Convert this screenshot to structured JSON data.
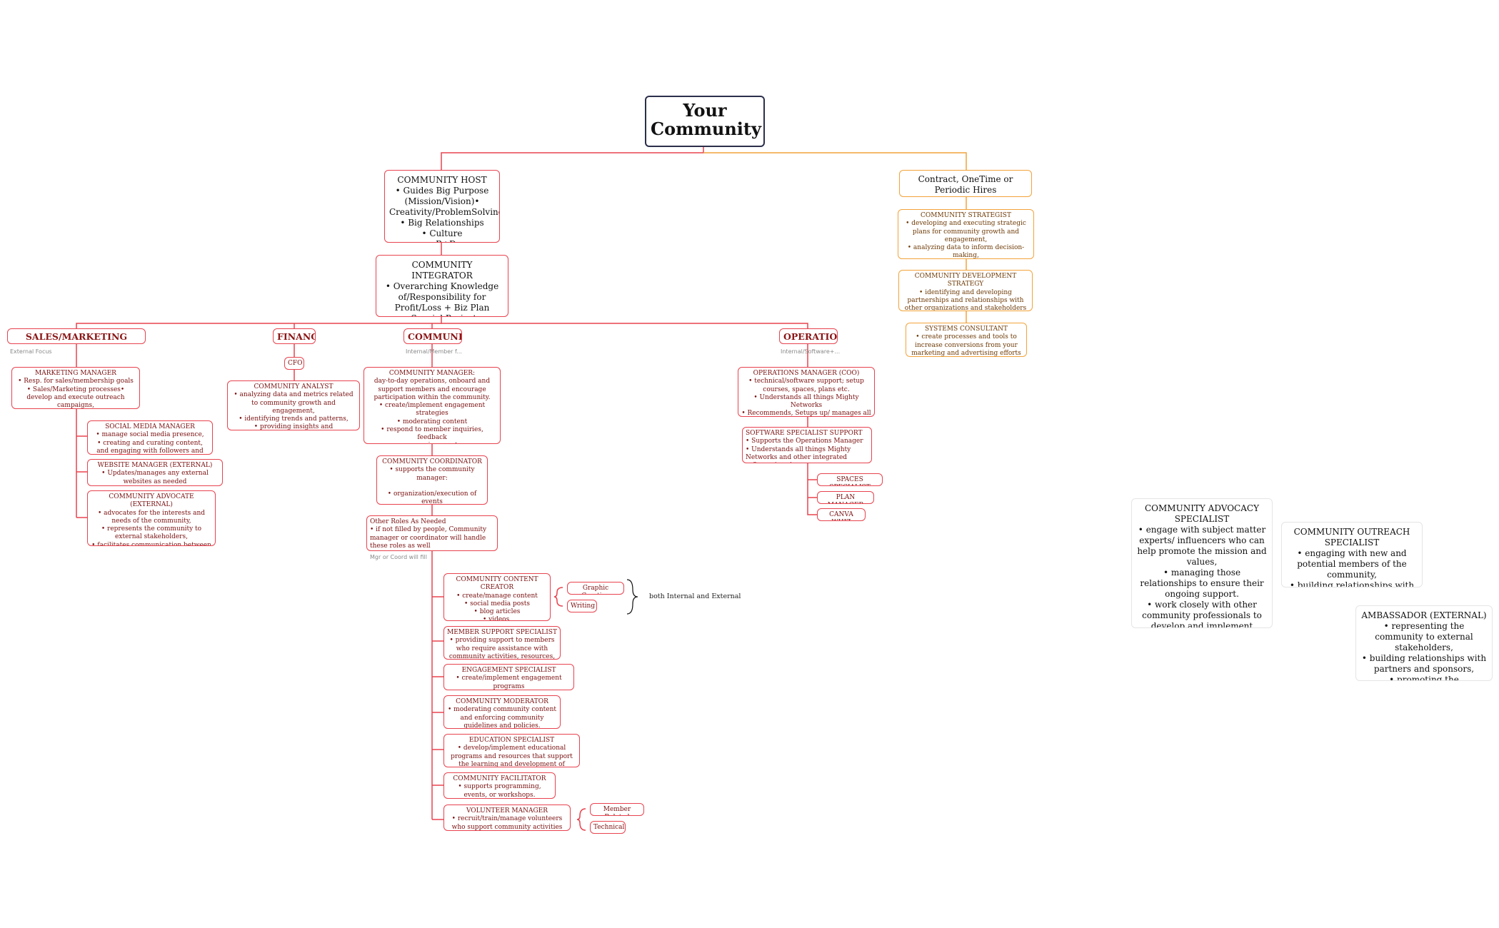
{
  "root": "Your\nCommunity",
  "host": "COMMUNITY HOST\n• Guides Big Purpose (Mission/Vision)• Creativity/ProblemSolving\n• Big Relationships\n• Culture\n• R+D",
  "integrator": "COMMUNITY INTEGRATOR\n• Overarching Knowledge of/Responsibility for Profit/Loss + Biz Plan\n• Special Projects\n• Removes Obstacles + Barriers",
  "branches": {
    "sales": "SALES/MARKETING (EXTERNAL)",
    "sales_sub": "External Focus",
    "finance": "FINANCE",
    "community": "COMMUNITY",
    "community_sub": "Internal/Member f...",
    "operations": "OPERATIONS",
    "operations_sub": "Internal/Software+..."
  },
  "sales": {
    "marketing_manager": "MARKETING MANAGER\n• Resp. for sales/membership goals\n• Sales/Marketing processes• develop and execute outreach campaigns,",
    "social_media_manager": "SOCIAL MEDIA MANAGER\n• manage social media presence,\n• creating and curating content, and engaging with followers and influencers.",
    "website_manager": "WEBSITE MANAGER (EXTERNAL)\n• Updates/manages any external websites as needed",
    "community_advocate": "COMMUNITY ADVOCATE (EXTERNAL)\n• advocates for the interests and needs of the community,\n• represents the community to external stakeholders,\n• facilitates communication between members and other organizations."
  },
  "finance": {
    "cfo": "CFO",
    "analyst": "COMMUNITY ANALYST\n• analyzing data and metrics related to community growth and engagement,\n• identifying trends and patterns,\n• providing insights and recommendations to community leadership."
  },
  "community": {
    "manager": "COMMUNITY MANAGER:\nday-to-day operations, onboard and support members and encourage participation within the community.\n• create/implement engagement strategies\n• moderating content\n• respond to member inquiries, feedback\n• organize events\n• analyze metrics related to community growth and engagement.",
    "coordinator": "COMMUNITY COORDINATOR\n• supports the community manager:\n\n• organization/execution of events\n• creating and distributing content,\n• providing administrative support.",
    "other_roles": "Other Roles As Needed\n• if not filled by people, Community manager or coordinator will handle these roles as well",
    "other_roles_sub": "Mgr or Coord will fill",
    "content_creator": "COMMUNITY CONTENT CREATOR\n• create/manage content\n• social media posts\n• blog articles\n• videos,\n• other multimedia materials.",
    "graphic_creation": "Graphic Creation",
    "writing": "Writing",
    "both_note": "both Internal and External",
    "member_support": "MEMBER SUPPORT SPECIALIST\n• providing support to members who require assistance with community activities, resources, or services.",
    "engagement": "ENGAGEMENT SPECIALIST\n• create/implement engagement programs\n• provide feedback",
    "moderator": "COMMUNITY MODERATOR\n• moderating community content and enforcing community guidelines and policies.",
    "education": "EDUCATION SPECIALIST\n• develop/implement educational programs and resources that support the learning and development of members.",
    "facilitator": "COMMUNITY FACILITATOR\n• supports programming, events, or workshops.",
    "volunteer": "VOLUNTEER MANAGER\n• recruit/train/manage volunteers who support community activities and events.",
    "member_related": "Member Related",
    "technical": "Technical"
  },
  "operations": {
    "ops_manager": "OPERATIONS MANAGER (COO)\n• technical/software support; setup courses, spaces, plans etc.\n• Understands all things Mighty Networks\n• Recommends, Setups up/ manages all integrations (Stripe/Airtable/email/Slack etc.)",
    "software_support": "SOFTWARE SPECIALIST SUPPORT\n• Supports the Operations Manager\n• Understands all things Mighty Networks and other integrated software/services",
    "spaces": "SPACES SPECIALIST",
    "plan": "PLAN MANAGER",
    "canva": "CANVA WHIZ"
  },
  "contract": {
    "title": "Contract, OneTime or Periodic Hires",
    "strategist": "COMMUNITY STRATEGIST\n• developing and executing strategic plans for community growth and engagement,\n• analyzing data to inform decision-making,\n• identifying opportunities for community development and collaboration.",
    "dev_strategy": "COMMUNITY DEVELOPMENT STRATEGY\n• identifying and developing partnerships and relationships with other organizations and stakeholders in order to expand the community's reach and impact.",
    "systems": "SYSTEMS CONSULTANT\n• create processes and tools to increase conversions from your marketing and advertising efforts to your programs."
  },
  "floating": {
    "advocacy": "COMMUNITY ADVOCACY SPECIALIST\n• engage with subject matter experts/ influencers who can help promote the mission and values,\n• managing those relationships to ensure their ongoing support.\n• work closely with other community professionals to develop and implement advocacy strategies that support the community's growth and development.",
    "outreach": "COMMUNITY OUTREACH SPECIALIST\n• engaging with new and potential members of the community,\n• building relationships with community stakeholders.",
    "ambassador": "AMBASSADOR (EXTERNAL)\n• representing the community to external stakeholders,\n• building relationships with partners and sponsors,\n• promoting the community's mission and values."
  },
  "colors": {
    "red": "#e8434f",
    "orange": "#f2a33a",
    "navy": "#2b2f4a"
  }
}
